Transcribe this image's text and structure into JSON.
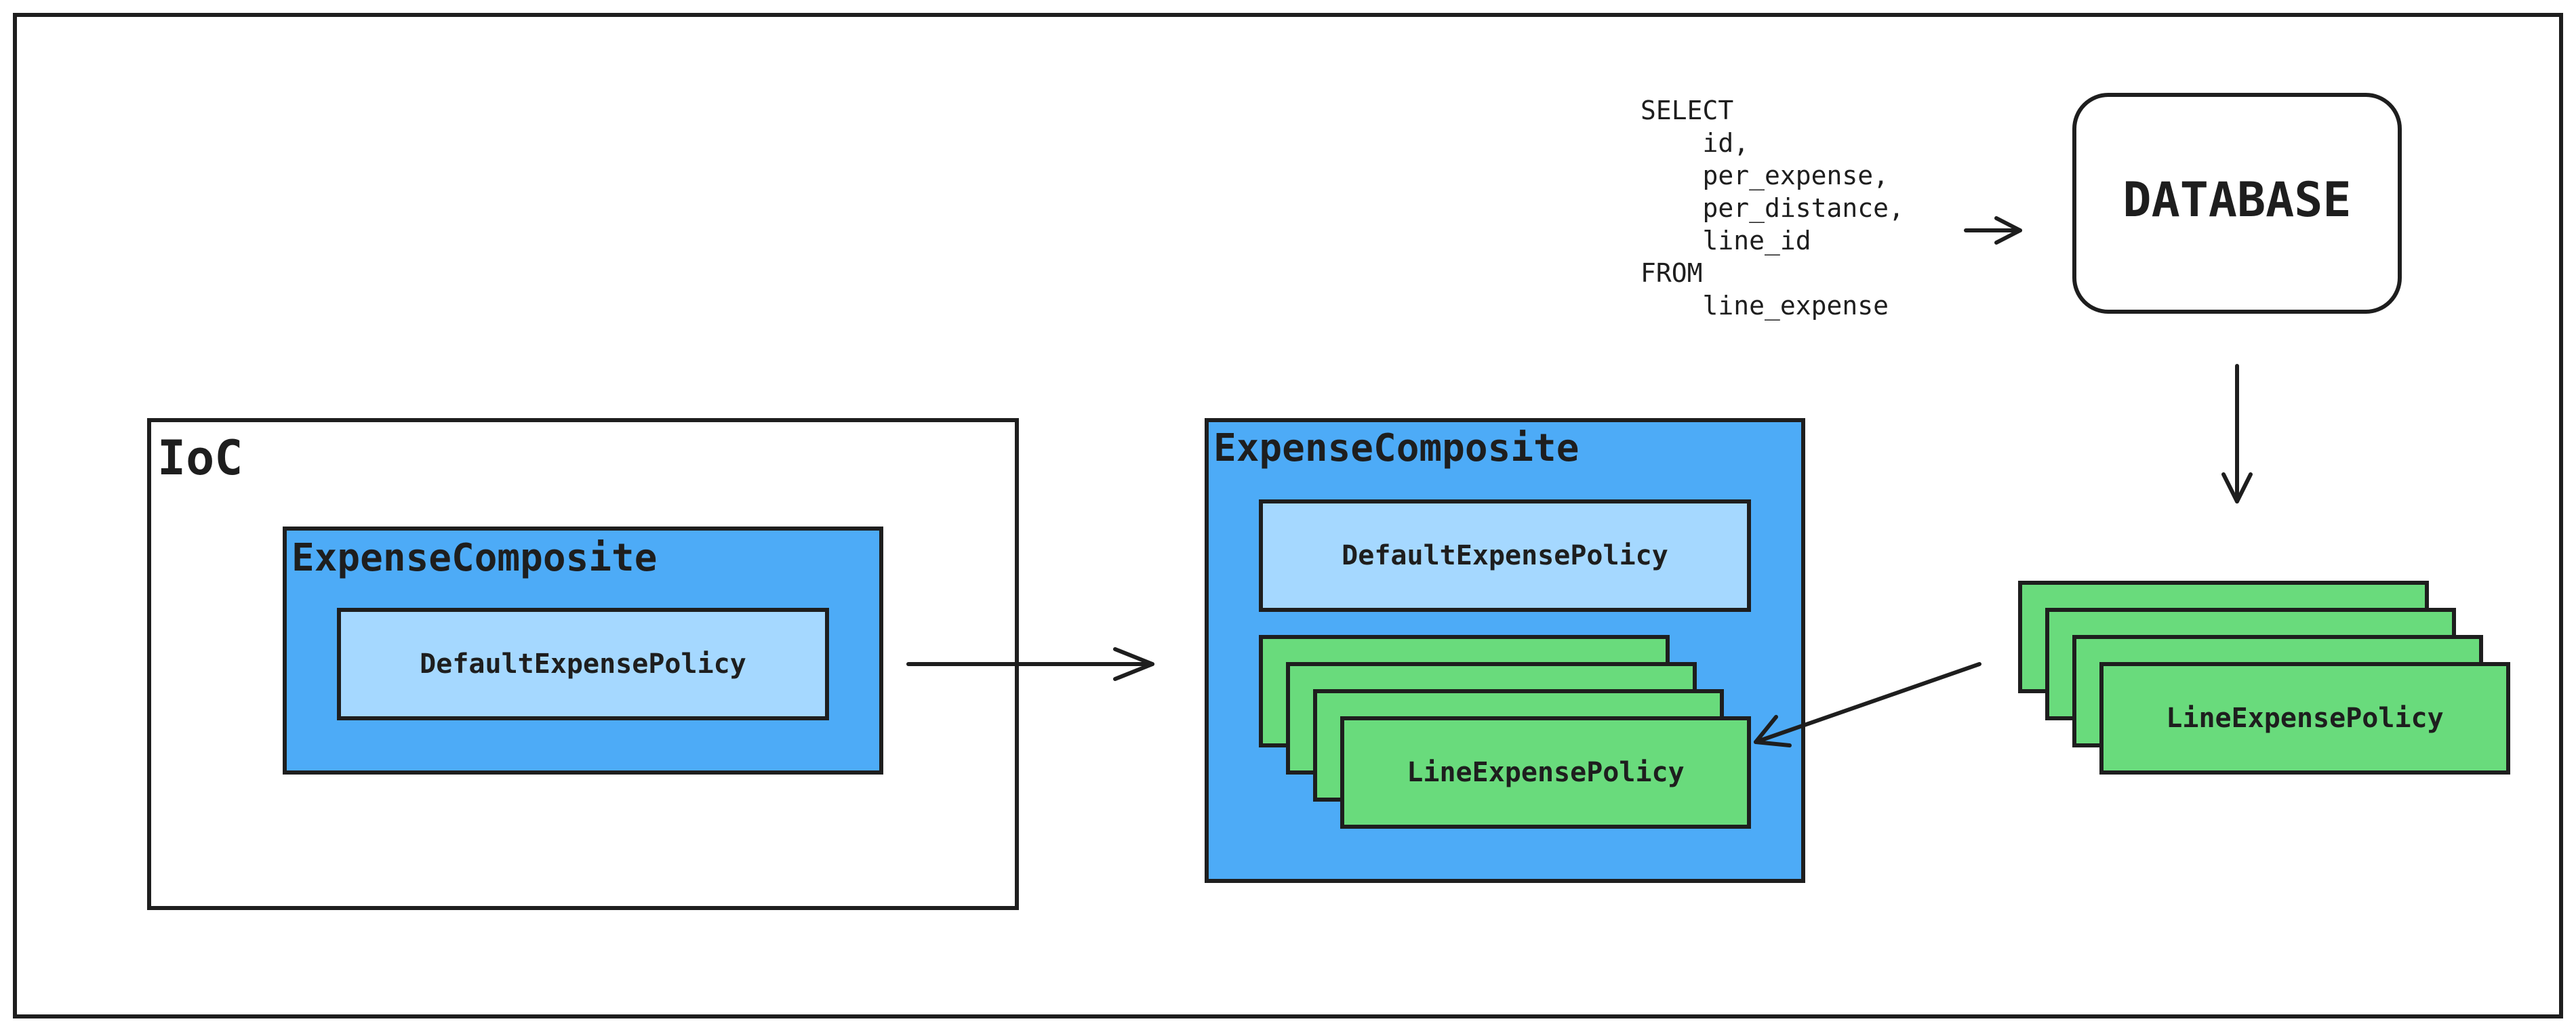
{
  "colors": {
    "stroke": "#1e1e1e",
    "composite_fill": "#4dabf7",
    "default_policy_fill": "#a5d8ff",
    "line_policy_fill": "#69db7c",
    "background": "#ffffff"
  },
  "sql": {
    "lines": [
      "SELECT",
      "    id,",
      "    per_expense,",
      "    per_distance,",
      "    line_id",
      "FROM",
      "    line_expense"
    ]
  },
  "database": {
    "label": "DATABASE"
  },
  "ioc": {
    "title": "IoC",
    "composite_title": "ExpenseComposite",
    "default_policy": "DefaultExpensePolicy"
  },
  "composite": {
    "title": "ExpenseComposite",
    "default_policy": "DefaultExpensePolicy",
    "line_policy": "LineExpensePolicy"
  },
  "db_result": {
    "line_policy": "LineExpensePolicy"
  }
}
